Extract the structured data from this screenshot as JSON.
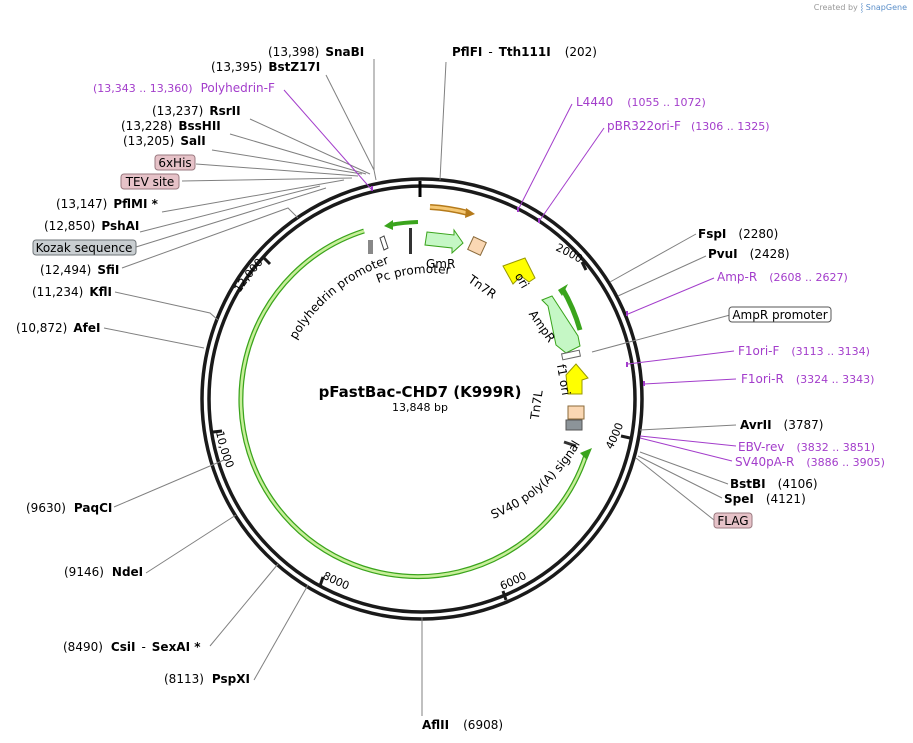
{
  "credit": {
    "prefix": "Created by",
    "brand": "SnapGene"
  },
  "plasmid": {
    "name": "pFastBac-CHD7 (K999R)",
    "length_label": "13,848 bp",
    "length": 13848
  },
  "colors": {
    "backbone": "#1a1a1a",
    "feature_outline": "#3aa41c",
    "feature_fill": "#c8ef9a",
    "primer": "#a33dcb",
    "enzyme_text": "#000000",
    "ori": "#ffff00",
    "gmr": "#c5f7c5",
    "tn7": "#fad7b3",
    "tag_fill": "#e6c2c8",
    "kozak_fill": "#c9ced1"
  },
  "ticks": [
    {
      "label": "2000",
      "bp": 2000
    },
    {
      "label": "4000",
      "bp": 4000
    },
    {
      "label": "6000",
      "bp": 6000
    },
    {
      "label": "8000",
      "bp": 8000
    },
    {
      "label": "10,000",
      "bp": 10000
    },
    {
      "label": "12,000",
      "bp": 12000
    }
  ],
  "enzymes": [
    {
      "name": "SnaBI",
      "pos": "(13,398)"
    },
    {
      "name": "BstZ17I",
      "pos": "(13,395)"
    },
    {
      "name": "PflFI",
      "dash": "-",
      "name2": "Tth111I",
      "pos": "(202)"
    },
    {
      "name": "RsrII",
      "pos": "(13,237)"
    },
    {
      "name": "BssHII",
      "pos": "(13,228)"
    },
    {
      "name": "SalI",
      "pos": "(13,205)"
    },
    {
      "name": "PflMI *",
      "pos": "(13,147)"
    },
    {
      "name": "PshAI",
      "pos": "(12,850)"
    },
    {
      "name": "SfiI",
      "pos": "(12,494)"
    },
    {
      "name": "KflI",
      "pos": "(11,234)"
    },
    {
      "name": "AfeI",
      "pos": "(10,872)"
    },
    {
      "name": "PaqCI",
      "pos": "(9630)"
    },
    {
      "name": "NdeI",
      "pos": "(9146)"
    },
    {
      "name": "CsiI",
      "dash": "-",
      "name2": "SexAI *",
      "pos": "(8490)"
    },
    {
      "name": "PspXI",
      "pos": "(8113)"
    },
    {
      "name": "AflII",
      "pos": "(6908)"
    },
    {
      "name": "FspI",
      "pos": "(2280)"
    },
    {
      "name": "PvuI",
      "pos": "(2428)"
    },
    {
      "name": "AvrII",
      "pos": "(3787)"
    },
    {
      "name": "BstBI",
      "pos": "(4106)"
    },
    {
      "name": "SpeI",
      "pos": "(4121)"
    }
  ],
  "primers": [
    {
      "name": "Polyhedrin-F",
      "range": "(13,343 .. 13,360)"
    },
    {
      "name": "L4440",
      "range": "(1055 .. 1072)"
    },
    {
      "name": "pBR322ori-F",
      "range": "(1306 .. 1325)"
    },
    {
      "name": "Amp-R",
      "range": "(2608 .. 2627)"
    },
    {
      "name": "F1ori-F",
      "range": "(3113 .. 3134)"
    },
    {
      "name": "F1ori-R",
      "range": "(3324 .. 3343)"
    },
    {
      "name": "EBV-rev",
      "range": "(3832 .. 3851)"
    },
    {
      "name": "SV40pA-R",
      "range": "(3886 .. 3905)"
    }
  ],
  "boxed_features": [
    {
      "name": "6xHis"
    },
    {
      "name": "TEV site"
    },
    {
      "name": "Kozak sequence"
    },
    {
      "name": "AmpR promoter"
    },
    {
      "name": "FLAG"
    }
  ],
  "inner_features": [
    {
      "name": "GmR"
    },
    {
      "name": "Tn7R"
    },
    {
      "name": "ori"
    },
    {
      "name": "AmpR"
    },
    {
      "name": "f1 ori"
    },
    {
      "name": "Tn7L"
    },
    {
      "name": "SV40 poly(A) signal"
    },
    {
      "name": "Pc promoter"
    },
    {
      "name": "polyhedrin promoter"
    }
  ]
}
